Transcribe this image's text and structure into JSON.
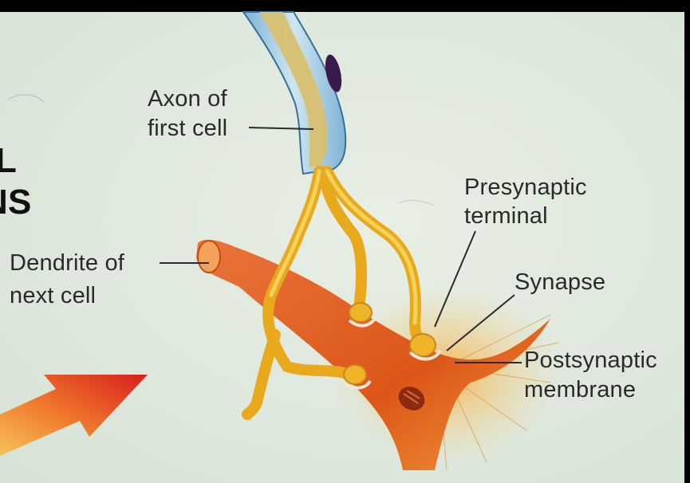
{
  "labels": {
    "axon_line1": "Axon of",
    "axon_line2": "first cell",
    "dendrite_line1": "Dendrite of",
    "dendrite_line2": "next cell",
    "presynaptic_line1": "Presynaptic",
    "presynaptic_line2": "terminal",
    "synapse": "Synapse",
    "postsynaptic_line1": "Postsynaptic",
    "postsynaptic_line2": "membrane"
  },
  "cropped_heading": {
    "line1": "L",
    "line2": "NS"
  },
  "colors": {
    "background": "#e4ece0",
    "frame": "#000000",
    "axon_myelin": "#a9cde2",
    "axon_core": "#d8c070",
    "terminal_yellow": "#f0b429",
    "dendrite_orange": "#e0601e",
    "arrow_red": "#e23524",
    "label_text": "#2a2a2a"
  }
}
